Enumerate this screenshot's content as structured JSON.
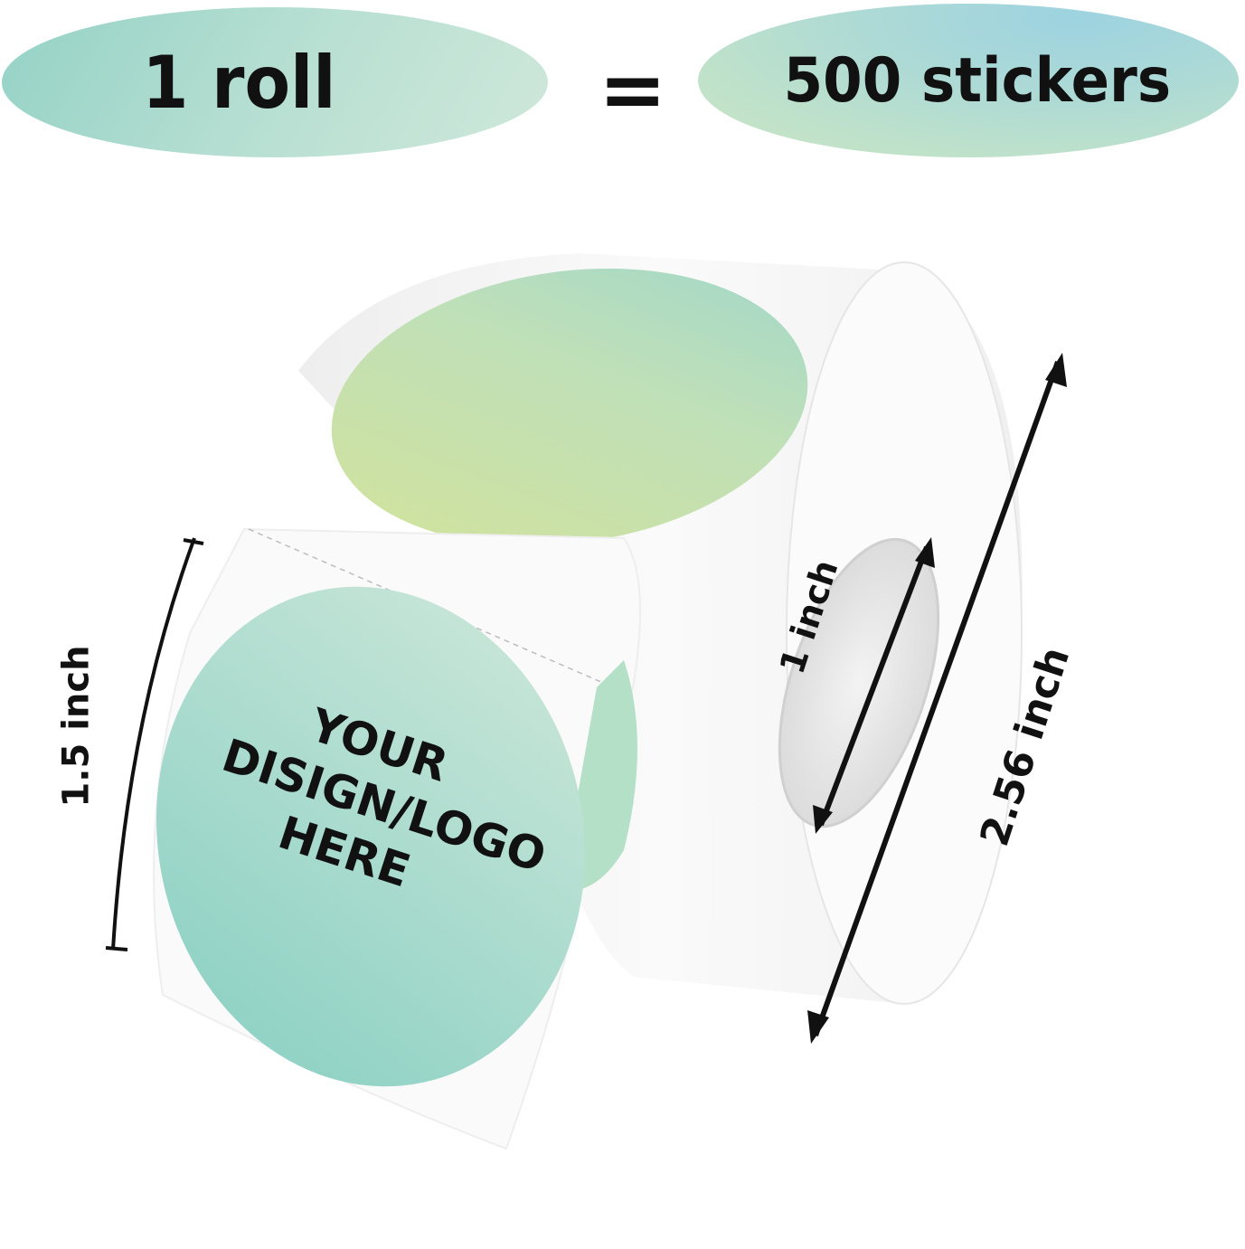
{
  "header": {
    "left_label": "1 roll",
    "equals": "=",
    "right_label": "500 stickers"
  },
  "product": {
    "sticker_text": [
      "YOUR",
      "DISIGN/LOGO",
      "HERE"
    ],
    "colors": {
      "sticker_teal": "#9fd6cb",
      "sticker_green": "#cfe0a0",
      "roll_white": "#f7f7f7"
    }
  },
  "dimensions": {
    "sticker_diameter": "1.5 inch",
    "core_diameter": "1 inch",
    "roll_diameter": "2.56 inch"
  }
}
